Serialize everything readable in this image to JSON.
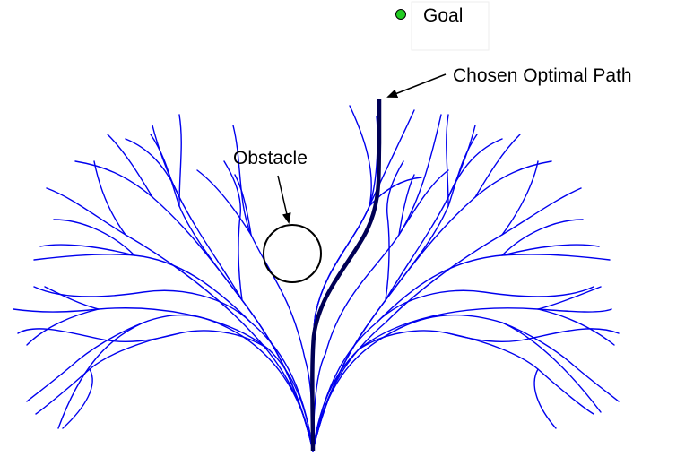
{
  "legend": {
    "goal_label": "Goal",
    "goal_marker_color": "#22cc22"
  },
  "annotations": {
    "obstacle_label": "Obstacle",
    "path_label": "Chosen Optimal Path"
  },
  "colors": {
    "tree_branches": "#0000ee",
    "chosen_path": "#000055",
    "obstacle": "#000000",
    "arrow": "#000000"
  }
}
